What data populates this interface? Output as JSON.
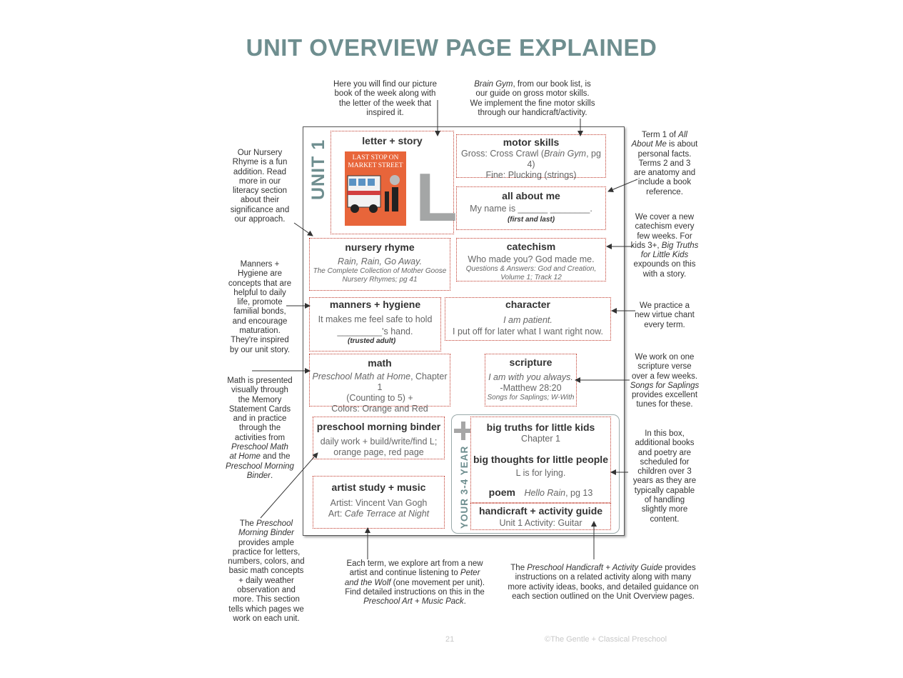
{
  "title": "UNIT OVERVIEW PAGE EXPLAINED",
  "unit_label": "UNIT 1",
  "year_label": "YOUR 3-4 YEAR",
  "letter": "L",
  "book_cover": {
    "title": "LAST STOP ON MARKET STREET",
    "color": "#e8653a"
  },
  "sections": {
    "letter_story": {
      "heading": "letter + story"
    },
    "motor_skills": {
      "heading": "motor skills",
      "line1_a": "Gross: Cross Crawl (",
      "line1_b": "Brain Gym",
      "line1_c": ", pg 4)",
      "line2": "Fine: Plucking (strings)"
    },
    "all_about_me": {
      "heading": "all about me",
      "line1": "My name is ______ ________.",
      "line2": "(first and last)"
    },
    "nursery_rhyme": {
      "heading": "nursery rhyme",
      "line1": "Rain, Rain, Go Away.",
      "line2": "The Complete Collection of Mother Goose",
      "line3": "Nursery Rhymes; pg 41"
    },
    "catechism": {
      "heading": "catechism",
      "line1": "Who made you? God made me.",
      "line2": "Questions & Answers: God and Creation,",
      "line3": "Volume 1; Track 12"
    },
    "manners": {
      "heading": "manners + hygiene",
      "line1": "It makes me feel safe to hold",
      "line2": "_________'s hand.",
      "line3": "(trusted adult)"
    },
    "character": {
      "heading": "character",
      "line1": "I am patient.",
      "line2": "I put off for later what I want right now."
    },
    "math": {
      "heading": "math",
      "line1_a": "Preschool Math at Home",
      "line1_b": ", Chapter 1",
      "line2": "(Counting to 5) +",
      "line3": "Colors: Orange and Red"
    },
    "scripture": {
      "heading": "scripture",
      "line1": "I am with you always.",
      "line2": "-Matthew 28:20",
      "line3": "Songs for Saplings; W-With"
    },
    "binder": {
      "heading": "preschool morning binder",
      "line1": "daily work + build/write/find L;",
      "line2": "orange page, red page"
    },
    "art_music": {
      "heading": "artist study + music",
      "line1": "Artist: Vincent Van Gogh",
      "line2_a": "Art: ",
      "line2_b": "Cafe Terrace at Night"
    },
    "big_truths": {
      "heading": "big truths for little kids",
      "line1": "Chapter 1"
    },
    "big_thoughts": {
      "heading": "big thoughts for little people",
      "line1": "L is for lying."
    },
    "poem": {
      "heading": "poem",
      "text_a": "Hello Rain",
      "text_b": ", pg 13"
    },
    "handicraft": {
      "heading": "handicraft + activity guide",
      "line1": "Unit 1 Activity: Guitar"
    }
  },
  "notes": {
    "picture_book": [
      "Here you will find our picture",
      "book of the week along with",
      "the letter of the week that",
      "inspired it."
    ],
    "brain_gym": {
      "a": "Brain Gym",
      "b": ", from our book list, is",
      "lines": [
        "our guide on gross motor skills.",
        "We implement the fine motor skills",
        "through our handicraft/activity."
      ]
    },
    "term1": {
      "a": "Term 1 of ",
      "b": "All",
      "c": "About Me",
      "d": " is about",
      "lines": [
        "personal facts.",
        "Terms 2 and 3",
        "are anatomy and",
        "include a book",
        "reference."
      ]
    },
    "nursery": [
      "Our Nursery",
      "Rhyme is a fun",
      "addition. Read",
      "more in our",
      "literacy section",
      "about their",
      "significance and",
      "our approach."
    ],
    "catechism": {
      "lines": [
        "We cover a new",
        "catechism every",
        "few weeks. For"
      ],
      "c_a": "kids 3+, ",
      "c_b": "Big Truths",
      "c_c": "for Little Kids",
      "lines2": [
        "expounds on this",
        "with a story."
      ]
    },
    "manners": [
      "Manners +",
      "Hygiene are",
      "concepts that are",
      "helpful to daily",
      "life, promote",
      "familial bonds,",
      "and encourage",
      "maturation.",
      "They're inspired",
      "by our unit story."
    ],
    "virtue": [
      "We practice a",
      "new virtue chant",
      "every  term."
    ],
    "math": {
      "lines": [
        "Math is presented",
        "visually through",
        "the Memory",
        "Statement Cards",
        "and in practice",
        "through the",
        "activities from"
      ],
      "i1": "Preschool Math",
      "i2a": "at Home",
      "i2b": " and the",
      "i3": "Preschool Morning",
      "i4": "Binder",
      "i4b": "."
    },
    "scripture": {
      "lines": [
        "We work on one",
        "scripture verse",
        "over a few weeks."
      ],
      "i": "Songs for Saplings",
      "lines2": [
        "provides excellent",
        "tunes for these."
      ]
    },
    "this_box": [
      "In this box,",
      "additional books",
      "and poetry are",
      "scheduled for",
      "children over 3",
      "years as they are",
      "typically capable",
      "of handling",
      "slightly more",
      "content."
    ],
    "binder": {
      "a": "The ",
      "b": "Preschool",
      "c": "Morning Binder",
      "lines": [
        "provides ample",
        "practice for letters,",
        "numbers, colors, and",
        "basic math concepts",
        "+ daily weather",
        "observation and",
        "more. This section",
        "tells which pages we",
        "work on each unit."
      ]
    },
    "art": {
      "l1": "Each term, we explore art from a new",
      "l2a": "artist and continue listening to ",
      "l2b": "Peter",
      "l3a": "and the Wolf",
      "l3b": " (one movement per unit).",
      "l4": "Find detailed instructions on this in the",
      "l5": "Preschool Art + Music Pack",
      "l5b": "."
    },
    "handicraft": {
      "l1a": "The ",
      "l1b": "Preschool Handicraft + Activity Guide",
      "l1c": " provides",
      "l2": "instructions on a related activity along with many",
      "l3": "more activity ideas, books, and detailed guidance on",
      "l4": "each section outlined on the Unit Overview pages."
    }
  },
  "footer": {
    "page_number": "21",
    "copyright": "©The Gentle + Classical Preschool"
  }
}
